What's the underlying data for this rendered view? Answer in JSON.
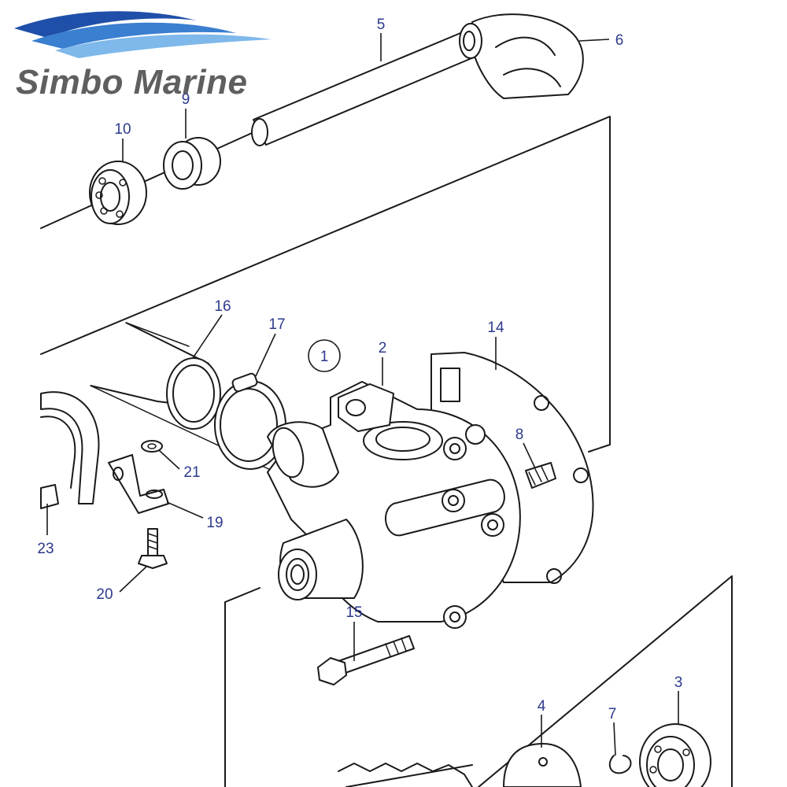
{
  "brand": {
    "name": "Simbo Marine",
    "wave_colors": [
      "#1f4fa8",
      "#3a7fd0",
      "#7fb8ea"
    ]
  },
  "callouts": {
    "c1": "1",
    "c2": "2",
    "c3": "3",
    "c4": "4",
    "c5": "5",
    "c6": "6",
    "c7": "7",
    "c8": "8",
    "c9": "9",
    "c10": "10",
    "c14": "14",
    "c15": "15",
    "c16": "16",
    "c17": "17",
    "c19": "19",
    "c20": "20",
    "c21": "21",
    "c23": "23"
  }
}
